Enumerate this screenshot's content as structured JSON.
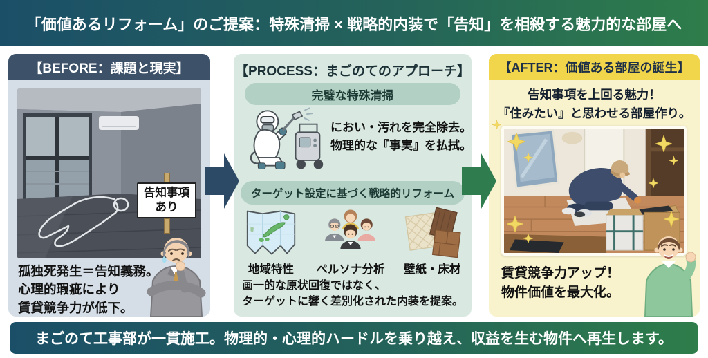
{
  "top_banner": {
    "text": "「価値あるリフォーム」のご提案：特殊清掃 × 戦略的内装で「告知」を相殺する魅力的な部屋へ"
  },
  "panels": {
    "before": {
      "header": "【BEFORE：課題と現実】",
      "sign": {
        "line1": "告知事項",
        "line2": "あり"
      },
      "caption": [
        "孤独死発生＝告知義務。",
        "心理的瑕疵により",
        "賃貸競争力が低下。"
      ]
    },
    "process": {
      "header": "【PROCESS：まごのてのアプローチ】",
      "step1": {
        "title": "完璧な特殊清掃",
        "desc1": "におい・汚れを完全除去。",
        "desc2": "物理的な『事実』を払拭。"
      },
      "step2": {
        "title": "ターゲット設定に基づく戦略的リフォーム",
        "items": [
          {
            "label": "地域特性",
            "icon": "japan-map-icon"
          },
          {
            "label": "ペルソナ分析",
            "icon": "persona-group-icon"
          },
          {
            "label": "壁紙・床材",
            "icon": "material-samples-icon"
          }
        ],
        "desc1": "画一的な原状回復ではなく、",
        "desc2": "ターゲットに響く差別化された内装を提案。"
      }
    },
    "after": {
      "header": "【AFTER：価値ある部屋の誕生】",
      "lead1": "告知事項を上回る魅力！",
      "lead2": "『住みたい』と思わせる部屋作り。",
      "caption1": "賃貸競争力アップ！",
      "caption2": "物件価値を最大化。"
    }
  },
  "bottom_banner": {
    "text": "まごのて工事部が一貫施工。物理的・心理的ハードルを乗り越え、収益を生む物件へ再生します。"
  },
  "colors": {
    "banner_gradient_start": "#1b4f68",
    "banner_gradient_end": "#2e7d4a",
    "before_header_bg": "#3d5269",
    "before_panel_bg": "#d5dde6",
    "process_panel_bg": "#d9e9e1",
    "process_pill_bg": "#b2d0c4",
    "after_header_bg": "#f1d54b",
    "after_panel_bg": "#f8f2cd",
    "arrow_navy": "#2c4a66",
    "arrow_green": "#2f7d4f",
    "sparkle_yellow": "#f2d964"
  }
}
